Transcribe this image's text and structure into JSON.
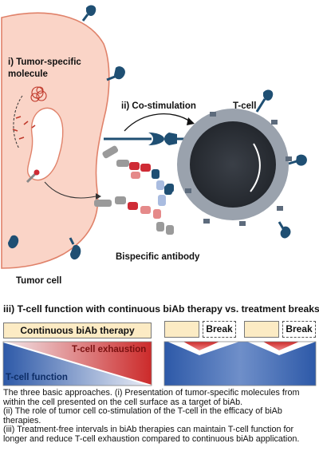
{
  "labels": {
    "tumor_molecule": "i) Tumor-specific\nmolecule",
    "costim": "ii) Co-stimulation",
    "tcell": "T-cell",
    "bispecific": "Bispecific antibody",
    "tumor_cell": "Tumor cell"
  },
  "section3": {
    "title": "iii) T-cell function with continuous biAb therapy vs. treatment breaks",
    "continuous": "Continuous biAb therapy",
    "exhaustion": "T-cell exhaustion",
    "function": "T-cell function",
    "break1": "Break",
    "break2": "Break"
  },
  "caption": {
    "line1": "The three basic approaches. (i) Presentation of tumor-specific molecules from within the cell presented on the cell surface as a target of biAb.",
    "line2": "(ii) The role of tumor cell co-stimulation of the T-cell in the efficacy of biAb therapies.",
    "line3": "(iii) Treatment-free intervals in biAb therapies can maintain T-cell function for longer and reduce T-cell exhaustion compared to continuous biAb application."
  },
  "colors": {
    "tumor_fill": "#fad4c7",
    "tumor_stroke": "#e0826a",
    "receptor": "#1f4f73",
    "tcell_outer": "#9aa2ad",
    "tcell_inner": "#2b2f36",
    "antibody_red": "#cf2b35",
    "antibody_grey": "#9a9a9a",
    "function_blue": "#2d59a8",
    "exhaustion_red": "#cc2a2a",
    "box_cream": "#fcebc4"
  }
}
